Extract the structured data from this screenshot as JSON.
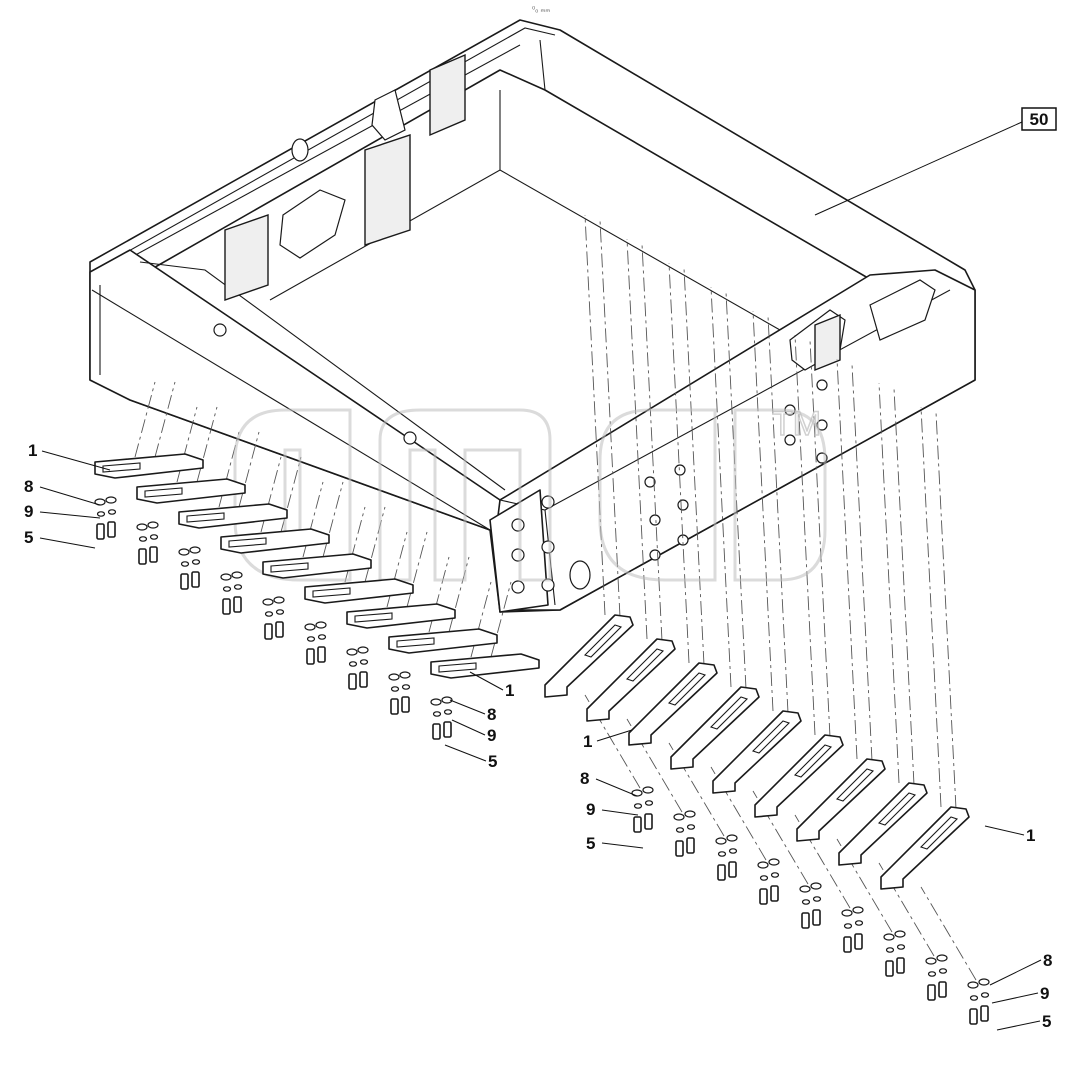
{
  "drawing": {
    "assembly_callout": "50",
    "callouts": {
      "pad": "1",
      "washer_top": "8",
      "washer_lock": "9",
      "bolt": "5"
    },
    "watermark": {
      "brand": "",
      "trademark": "TM"
    },
    "header_marks": "⁰ₒ ₘₘ"
  }
}
